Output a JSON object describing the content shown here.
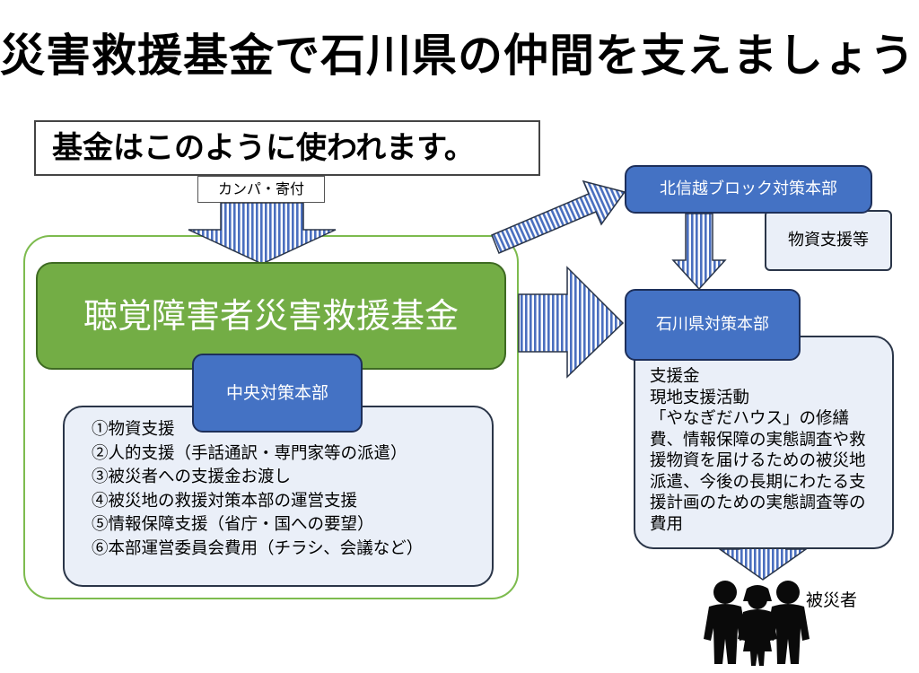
{
  "title": "災害救援基金で石川県の仲間を支えましょう！",
  "subtitle": "基金はこのように使われます。",
  "donation_label": "カンパ・寄付",
  "fund_name": "聴覚障害者災害救援基金",
  "central_hq": {
    "name": "中央対策本部",
    "uses": [
      "①物資支援",
      "②人的支援（手話通訳・専門家等の派遣）",
      "③被災者への支援金お渡し",
      "④被災地の救援対策本部の運営支援",
      "⑤情報保障支援（省庁・国への要望）",
      "⑥本部運営委員会費用（チラシ、会議など）"
    ]
  },
  "block_hq": {
    "name": "北信越ブロック対策本部",
    "uses": "物資支援等"
  },
  "ishikawa_hq": {
    "name": "石川県対策本部",
    "uses": [
      "支援金",
      "現地支援活動",
      "「やなぎだハウス」の修繕費、情報保障の実態調査や救援物資を届けるための被災地派遣、今後の長期にわたる支援計画のための実態調査等の費用"
    ]
  },
  "victims_label": "被災者",
  "colors": {
    "fund_green": "#73ad45",
    "frame_green": "#7dbb4e",
    "hq_blue": "#4472c4",
    "light_box": "#eaeff8",
    "arrow_fill": "#4a6fbf"
  }
}
